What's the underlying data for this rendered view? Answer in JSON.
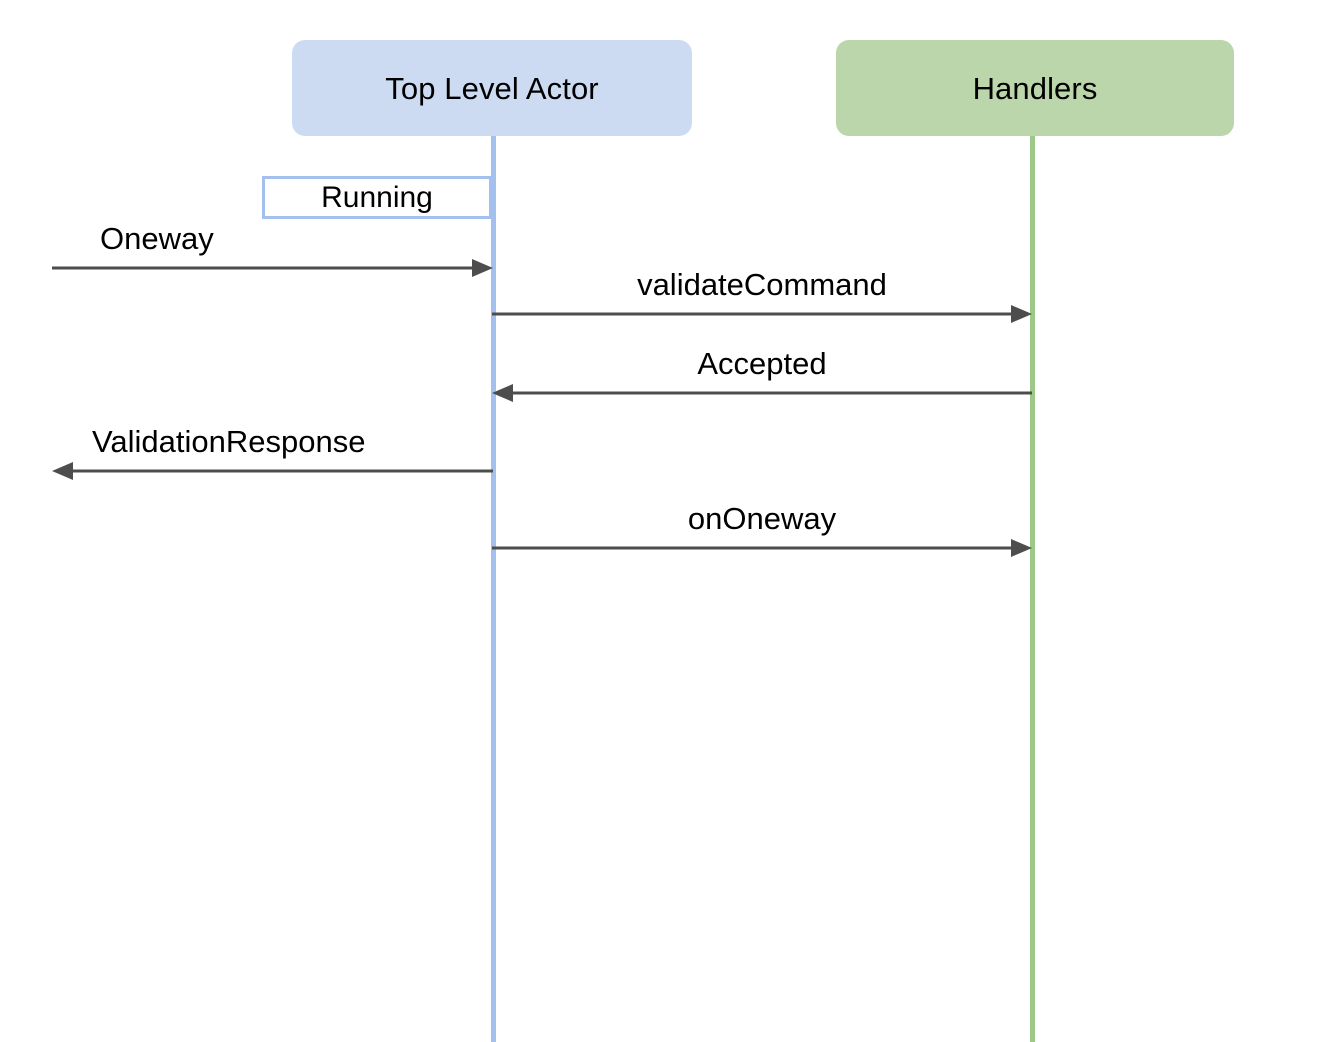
{
  "diagram": {
    "type": "sequence-diagram",
    "background_color": "#ffffff",
    "participants": [
      {
        "id": "actor",
        "label": "Top Level Actor",
        "fill_color": "#cddbf2",
        "lifeline_color": "#a3c0ef"
      },
      {
        "id": "handlers",
        "label": "Handlers",
        "fill_color": "#bcd6ab",
        "lifeline_color": "#9ec78a"
      }
    ],
    "state_boxes": [
      {
        "id": "running",
        "label": "Running",
        "fill_color": "#ffffff",
        "border_color": "#a3c0ef"
      }
    ],
    "messages": [
      {
        "id": "oneway",
        "label": "Oneway",
        "from": "external-left",
        "to": "actor",
        "direction": "right",
        "line_color": "#4d4d4d"
      },
      {
        "id": "validate-command",
        "label": "validateCommand",
        "from": "actor",
        "to": "handlers",
        "direction": "right",
        "line_color": "#4d4d4d"
      },
      {
        "id": "accepted",
        "label": "Accepted",
        "from": "handlers",
        "to": "actor",
        "direction": "left",
        "line_color": "#4d4d4d"
      },
      {
        "id": "validation-response",
        "label": "ValidationResponse",
        "from": "actor",
        "to": "external-left",
        "direction": "left",
        "line_color": "#4d4d4d"
      },
      {
        "id": "on-oneway",
        "label": "onOneway",
        "from": "actor",
        "to": "handlers",
        "direction": "right",
        "line_color": "#4d4d4d"
      }
    ]
  }
}
